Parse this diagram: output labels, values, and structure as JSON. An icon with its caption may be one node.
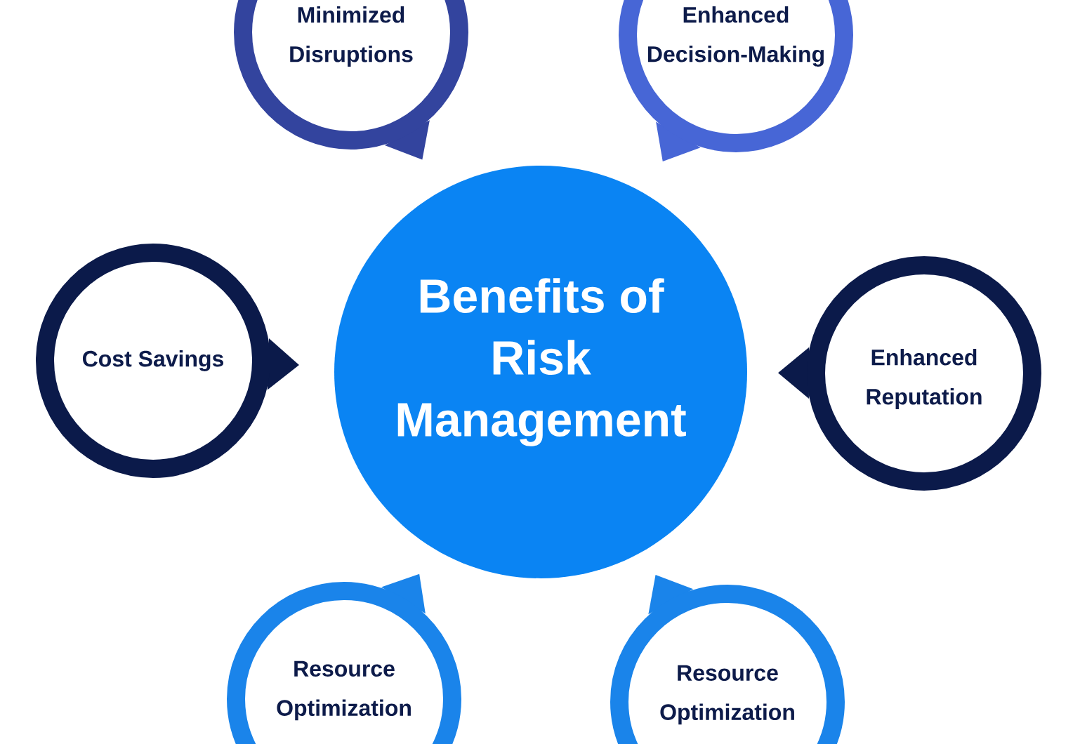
{
  "diagram": {
    "nodes": [
      {
        "text": [
          "Minimized Disruptions"
        ]
      },
      {
        "text": [
          "Enhanced Decision-Making"
        ]
      },
      {
        "text": [
          "Cost Savings"
        ]
      },
      {
        "text": [
          "Benefits of Risk Management"
        ]
      },
      {
        "text": [
          "Enhanced Reputation"
        ]
      },
      {
        "text": [
          "Resource Optimization"
        ]
      },
      {
        "text": [
          "Resource Optimization"
        ]
      }
    ]
  }
}
